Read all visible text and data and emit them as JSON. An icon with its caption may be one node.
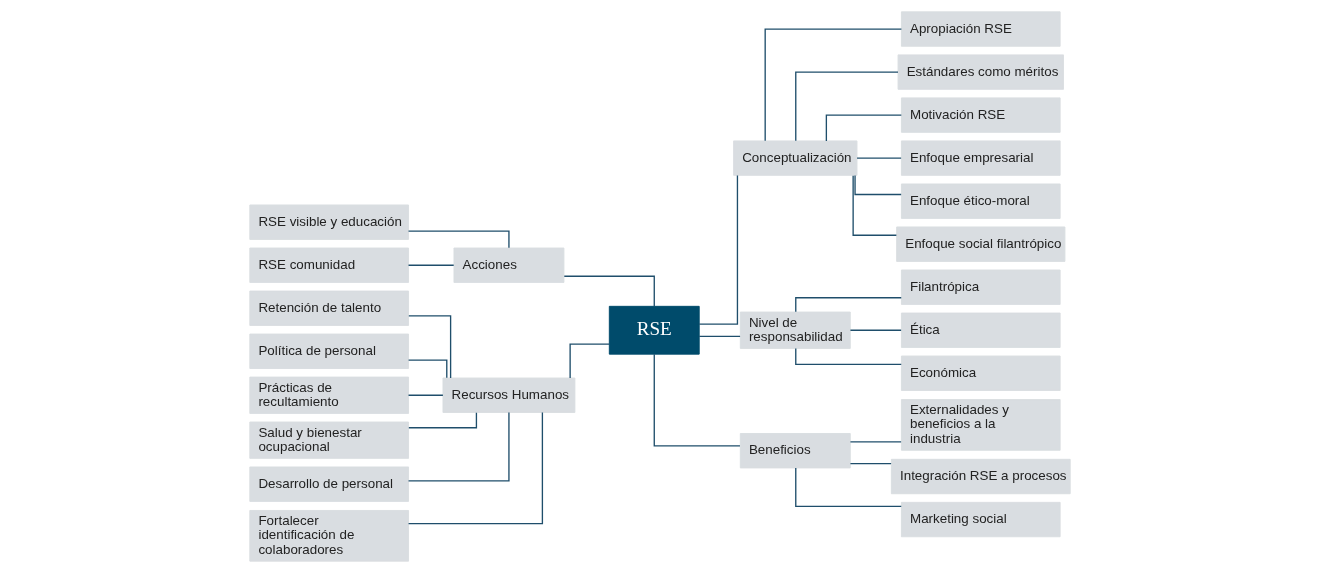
{
  "diagram": {
    "nodes": [
      {
        "text": [
          "RSE visible y educación"
        ]
      },
      {
        "text": [
          "RSE comunidad"
        ]
      },
      {
        "text": [
          "Acciones"
        ]
      },
      {
        "text": [
          "Retención de talento"
        ]
      },
      {
        "text": [
          "Política de personal"
        ]
      },
      {
        "text": [
          "Prácticas de recultamiento"
        ]
      },
      {
        "text": [
          "Salud y bienestar ocupacional"
        ]
      },
      {
        "text": [
          "Desarrollo de personal"
        ]
      },
      {
        "text": [
          "Fortalecer identificación de colaboradores"
        ]
      },
      {
        "text": [
          "Recursos Humanos"
        ]
      },
      {
        "text": [
          "RSE"
        ]
      },
      {
        "text": [
          "Conceptualización"
        ]
      },
      {
        "text": [
          "Apropiación RSE"
        ]
      },
      {
        "text": [
          "Estándares como méritos"
        ]
      },
      {
        "text": [
          "Motivación RSE"
        ]
      },
      {
        "text": [
          "Enfoque empresarial"
        ]
      },
      {
        "text": [
          "Enfoque ético-moral"
        ]
      },
      {
        "text": [
          "Enfoque social filantrópico"
        ]
      },
      {
        "text": [
          "Nivel de responsabilidad"
        ]
      },
      {
        "text": [
          "Filantrópica"
        ]
      },
      {
        "text": [
          "Ética"
        ]
      },
      {
        "text": [
          "Económica"
        ]
      },
      {
        "text": [
          "Beneficios"
        ]
      },
      {
        "text": [
          "Externalidades y beneficios a la industria"
        ]
      },
      {
        "text": [
          "Integración RSE a procesos"
        ]
      },
      {
        "text": [
          "Marketing social"
        ]
      }
    ],
    "edges": [
      {
        "from": 10,
        "to": 2,
        "arrow": "none"
      },
      {
        "from": 10,
        "to": 9,
        "arrow": "none"
      },
      {
        "from": 2,
        "to": 0,
        "arrow": "none"
      },
      {
        "from": 2,
        "to": 1,
        "arrow": "none"
      },
      {
        "from": 9,
        "to": 3,
        "arrow": "none"
      },
      {
        "from": 9,
        "to": 4,
        "arrow": "none"
      },
      {
        "from": 9,
        "to": 5,
        "arrow": "none"
      },
      {
        "from": 9,
        "to": 6,
        "arrow": "none"
      },
      {
        "from": 9,
        "to": 7,
        "arrow": "none"
      },
      {
        "from": 9,
        "to": 8,
        "arrow": "none"
      },
      {
        "from": 10,
        "to": 11,
        "arrow": "none"
      },
      {
        "from": 10,
        "to": 18,
        "arrow": "none"
      },
      {
        "from": 10,
        "to": 22,
        "arrow": "none"
      },
      {
        "from": 11,
        "to": 12,
        "arrow": "none"
      },
      {
        "from": 11,
        "to": 13,
        "arrow": "none"
      },
      {
        "from": 11,
        "to": 14,
        "arrow": "none"
      },
      {
        "from": 11,
        "to": 15,
        "arrow": "none"
      },
      {
        "from": 11,
        "to": 16,
        "arrow": "none"
      },
      {
        "from": 11,
        "to": 17,
        "arrow": "none"
      },
      {
        "from": 18,
        "to": 19,
        "arrow": "none"
      },
      {
        "from": 18,
        "to": 20,
        "arrow": "none"
      },
      {
        "from": 18,
        "to": 21,
        "arrow": "none"
      },
      {
        "from": 22,
        "to": 23,
        "arrow": "none"
      },
      {
        "from": 22,
        "to": 24,
        "arrow": "none"
      },
      {
        "from": 22,
        "to": 25,
        "arrow": "none"
      }
    ]
  }
}
